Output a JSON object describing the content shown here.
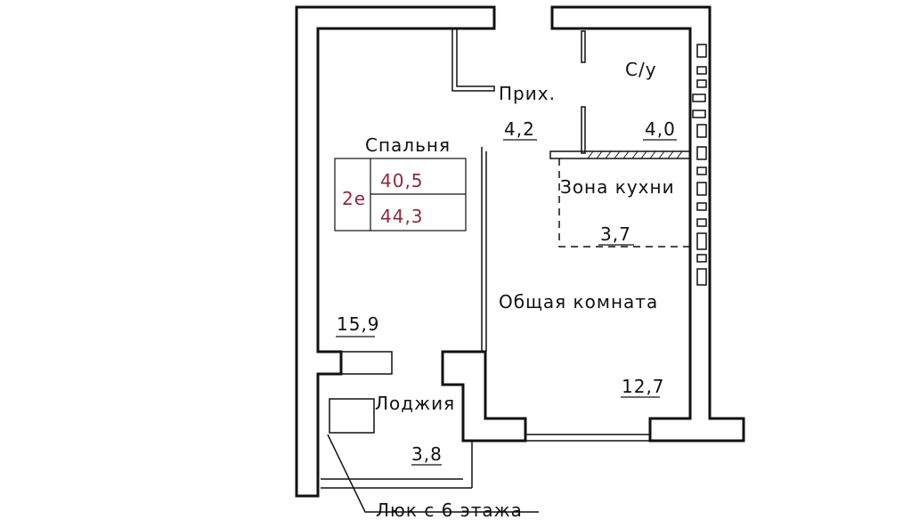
{
  "plan": {
    "rooms": [
      {
        "id": "bedroom",
        "name": "Спальня",
        "area": "15,9"
      },
      {
        "id": "hall",
        "name": "Прих.",
        "area": "4,2"
      },
      {
        "id": "bathroom",
        "name": "С/у",
        "area": "4,0"
      },
      {
        "id": "kitchen",
        "name": "Зона кухни",
        "area": "3,7"
      },
      {
        "id": "living",
        "name": "Общая комната",
        "area": "12,7"
      },
      {
        "id": "loggia",
        "name": "Лоджия",
        "area": "3,8"
      }
    ],
    "summary": {
      "type": "2е",
      "living_area": "40,5",
      "total_area": "44,3"
    },
    "note": "Люк с 6 этажа",
    "colors": {
      "line": "#111111",
      "summary_text": "#8a2a3c"
    }
  }
}
